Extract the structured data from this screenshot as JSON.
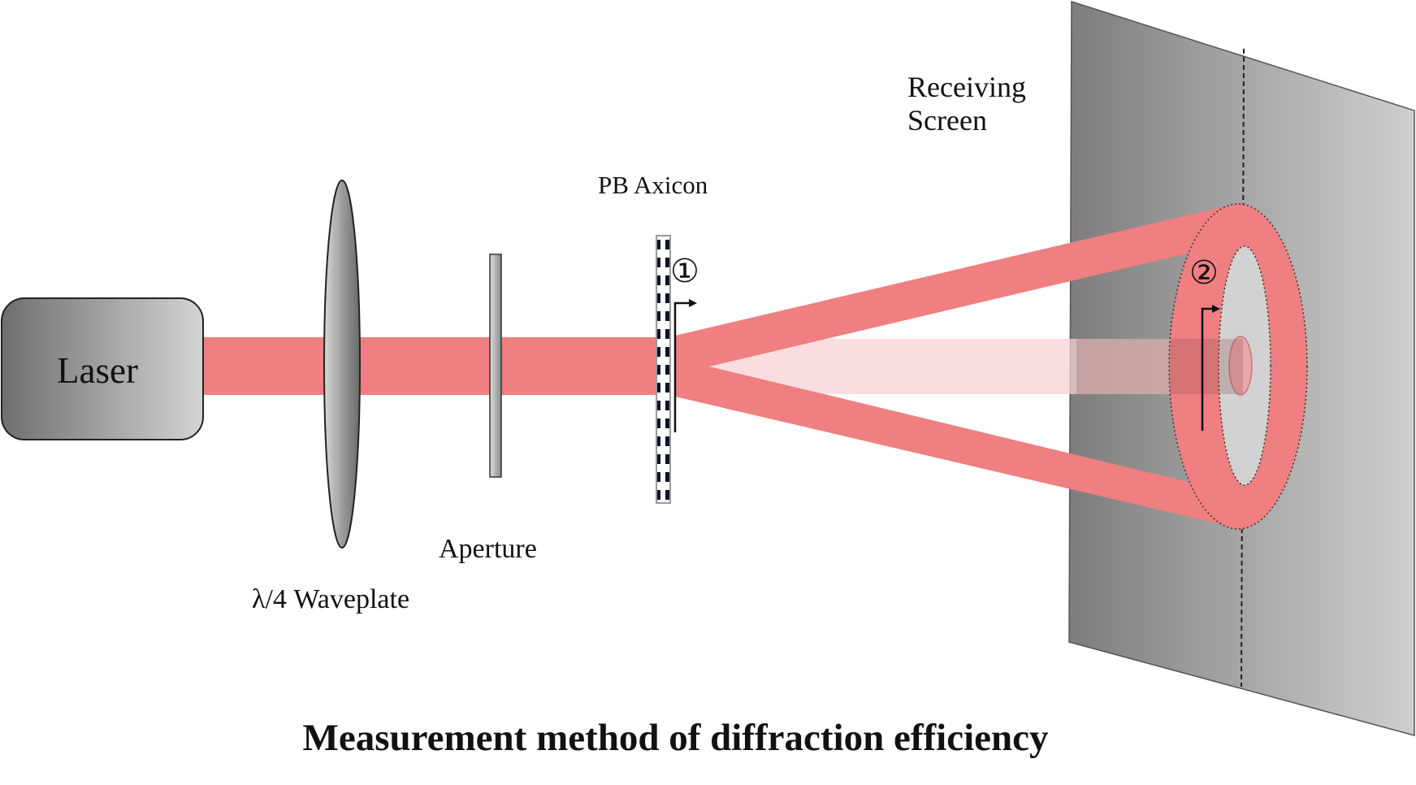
{
  "labels": {
    "laser": "Laser",
    "waveplate": "λ/4 Waveplate",
    "aperture": "Aperture",
    "axicon": "PB Axicon",
    "screen": "Receiving Screen"
  },
  "markers": {
    "one": "①",
    "two": "②"
  },
  "caption": "Measurement method of diffraction efficiency",
  "colors": {
    "beam": "#ef7f80",
    "beam_faint": "#f8d3d4",
    "screen_dark": "#7d7d7d",
    "screen_light": "#cfcfcf",
    "device": "#a8a8a8"
  }
}
